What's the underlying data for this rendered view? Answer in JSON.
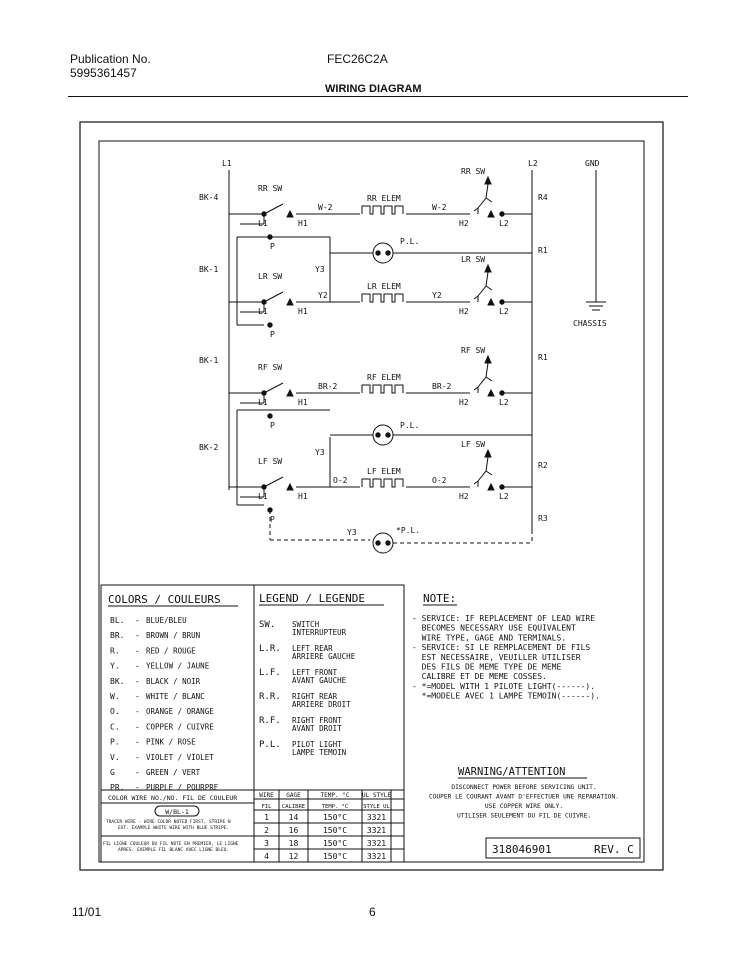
{
  "header": {
    "publication_label": "Publication No.",
    "publication_number": "5995361457",
    "model": "FEC26C2A",
    "title": "WIRING DIAGRAM"
  },
  "footer": {
    "date": "11/01",
    "page": "6"
  },
  "diagram": {
    "nodes": {
      "L1": "L1",
      "L2": "L2",
      "GND": "GND",
      "CHASSIS": "CHASSIS",
      "BK4": "BK-4",
      "BK1a": "BK-1",
      "BK1b": "BK-1",
      "BK2": "BK-2",
      "R4": "R4",
      "R1a": "R1",
      "R1b": "R1",
      "R2": "R2",
      "R3": "R3"
    },
    "rows": [
      {
        "sw": "RR SW",
        "elem": "RR ELEM",
        "wire": "W-2",
        "ret_sw": "RR SW"
      },
      {
        "sw": "LR SW",
        "elem": "LR ELEM",
        "wire": "Y2",
        "ret_sw": "LR SW"
      },
      {
        "sw": "RF SW",
        "elem": "RF ELEM",
        "wire": "BR-2",
        "ret_sw": "RF SW"
      },
      {
        "sw": "LF SW",
        "elem": "LF ELEM",
        "wire": "O-2",
        "ret_sw": "LF SW"
      }
    ],
    "terms": {
      "L1": "L1",
      "H1": "H1",
      "H2": "H2",
      "L2": "L2",
      "P": "P",
      "Y3": "Y3",
      "PL": "P.L.",
      "PLs": "*P.L."
    }
  },
  "colors": {
    "title": "COLORS / COULEURS",
    "items": [
      {
        "code": "BL.",
        "name": "BLUE/BLEU"
      },
      {
        "code": "BR.",
        "name": "BROWN / BRUN"
      },
      {
        "code": "R.",
        "name": "RED / ROUGE"
      },
      {
        "code": "Y.",
        "name": "YELLOW / JAUNE"
      },
      {
        "code": "BK.",
        "name": "BLACK / NOIR"
      },
      {
        "code": "W.",
        "name": "WHITE / BLANC"
      },
      {
        "code": "O.",
        "name": "ORANGE / ORANGE"
      },
      {
        "code": "C.",
        "name": "COPPER / CUIVRE"
      },
      {
        "code": "P.",
        "name": "PINK / ROSE"
      },
      {
        "code": "V.",
        "name": "VIOLET / VIOLET"
      },
      {
        "code": "G",
        "name": "GREEN / VERT"
      },
      {
        "code": "PR.",
        "name": "PURPLE / POURPRE"
      }
    ],
    "wire_no_label": "COLOR WIRE NO./NO. FIL DE COULEUR",
    "wire_example": "W/BL-1",
    "note_en": "TRACER WIRE - WIRE COLOR NOTED FIRST, STRIPE NEXT. EXAMPLE WHITE WIRE WITH BLUE STRIPE.",
    "note_fr": "FIL LIGNE COULEUR DU FIL NOTE EN PREMIER, LE LIGNE APRES. EXEMPLE FIL BLANC AVEC LIGNE BLEU."
  },
  "legend": {
    "title": "LEGEND / LEGENDE",
    "items": [
      {
        "code": "SW.",
        "l1": "SWITCH",
        "l2": "INTERRUPTEUR"
      },
      {
        "code": "L.R.",
        "l1": "LEFT REAR",
        "l2": "ARRIERE GAUCHE"
      },
      {
        "code": "L.F.",
        "l1": "LEFT FRONT",
        "l2": "AVANT GAUCHE"
      },
      {
        "code": "R.R.",
        "l1": "RIGHT REAR",
        "l2": "ARRIERE DROIT"
      },
      {
        "code": "R.F.",
        "l1": "RIGHT FRONT",
        "l2": "AVANT DROIT"
      },
      {
        "code": "P.L.",
        "l1": "PILOT LIGHT",
        "l2": "LAMPE TEMOIN"
      }
    ]
  },
  "wire_table": {
    "headers": [
      "WIRE",
      "GAGE",
      "TEMP. °C",
      "UL STYLE"
    ],
    "headers_fr": [
      "FIL",
      "CALIBRE",
      "TEMP. °C",
      "STYLE UL"
    ],
    "rows": [
      [
        "1",
        "14",
        "150°C",
        "3321"
      ],
      [
        "2",
        "16",
        "150°C",
        "3321"
      ],
      [
        "3",
        "18",
        "150°C",
        "3321"
      ],
      [
        "4",
        "12",
        "150°C",
        "3321"
      ]
    ]
  },
  "note": {
    "title": "NOTE:",
    "lines": [
      "- SERVICE: IF REPLACEMENT OF LEAD WIRE",
      "  BECOMES NECESSARY USE EQUIVALENT",
      "  WIRE TYPE, GAGE AND TERMINALS.",
      "- SERVICE: SI LE REMPLACEMENT DE FILS",
      "  EST NECESSAIRE, VEUILLER UTILISER",
      "  DES FILS DE MEME TYPE DE MEME",
      "  CALIBRE ET DE MEME COSSES.",
      "- *=MODEL WITH 1 PILOTE LIGHT(------).",
      "  *=MODELE AVEC 1 LAMPE TEMOIN(------)."
    ]
  },
  "warning": {
    "title": "WARNING/ATTENTION",
    "lines": [
      "DISCONNECT POWER BEFORE SERVICING UNIT.",
      "COUPER LE COURANT AVANT D'EFFECTUER UNE REPARATION.",
      "USE COPPER WIRE ONLY.",
      "UTILISER SEULEMENT DU FIL DE CUIVRE."
    ]
  },
  "part_number": "318046901",
  "revision": "REV. C"
}
